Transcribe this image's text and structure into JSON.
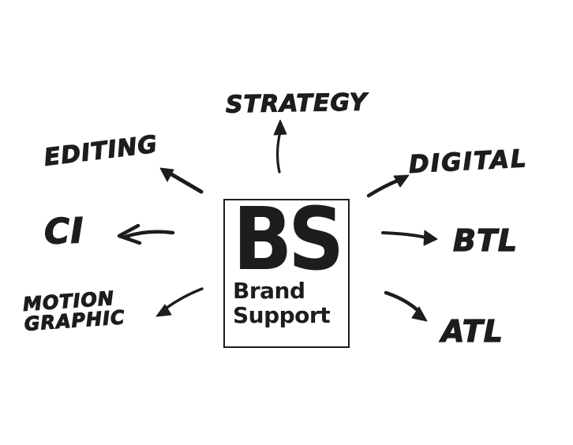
{
  "center": {
    "abbr": "BS",
    "name_lines": [
      "Brand",
      "Support"
    ]
  },
  "branches": [
    {
      "label": "STRATEGY",
      "direction": "up"
    },
    {
      "label": "EDITING",
      "direction": "upper-left"
    },
    {
      "label": "CI",
      "direction": "left"
    },
    {
      "label": "MOTION",
      "label_line2": "GRAPHIC",
      "direction": "lower-left"
    },
    {
      "label": "DIGITAL",
      "direction": "upper-right"
    },
    {
      "label": "BTL",
      "direction": "right"
    },
    {
      "label": "ATL",
      "direction": "lower-right"
    }
  ],
  "colors": {
    "ink": "#1d1d1d",
    "background": "#ffffff"
  }
}
